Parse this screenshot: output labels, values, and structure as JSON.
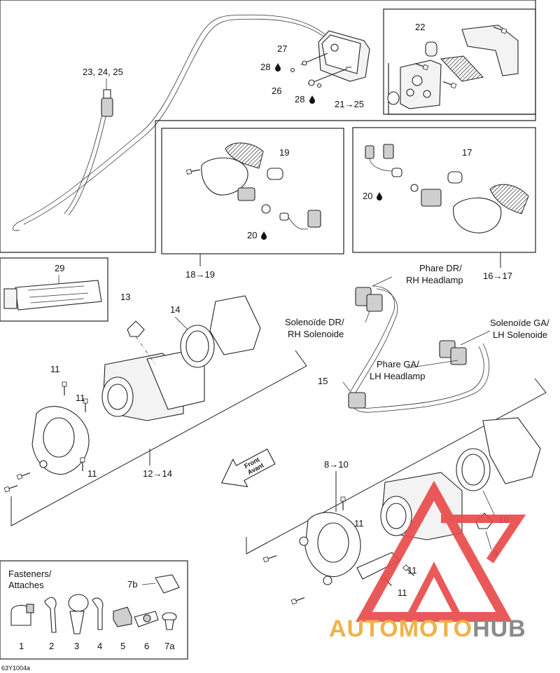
{
  "document_code": "63Y1004a",
  "watermark": {
    "text_a": "AUTOMOTO",
    "text_b": "HUB",
    "color_a": "#f0b14a",
    "color_b": "#8a8a8a",
    "logo_color": "#e84848"
  },
  "callouts": {
    "c22": "22",
    "c27": "27",
    "c28a": "28",
    "c26": "26",
    "c28b": "28",
    "c21_25": "21→25",
    "c23_25": "23, 24, 25",
    "c19": "19",
    "c20a": "20",
    "c18_19": "18→19",
    "c17": "17",
    "c20b": "20",
    "c16_17": "16→17",
    "c29": "29",
    "c13": "13",
    "c14": "14",
    "c11a": "11",
    "c11b": "11",
    "c11c": "11",
    "c12_14": "12→14",
    "c15": "15",
    "c8_10": "8→10",
    "c11d": "11",
    "c11e": "11",
    "c11f": "11",
    "c10": "10",
    "c9": "9",
    "c1": "1",
    "c2": "2",
    "c3": "3",
    "c4": "4",
    "c5": "5",
    "c6": "6",
    "c7a": "7a",
    "c7b": "7b"
  },
  "labels": {
    "rh_headlamp_fr": "Phare DR/",
    "rh_headlamp_en": "RH Headlamp",
    "rh_solenoid_fr": "Solenoïde DR/",
    "rh_solenoid_en": "RH Solenoide",
    "lh_solenoid_fr": "Solenoïde GA/",
    "lh_solenoid_en": "LH Solenoide",
    "lh_headlamp_fr": "Phare GA/",
    "lh_headlamp_en": "LH Headlamp",
    "front_en": "Front",
    "front_fr": "Avant",
    "fasteners_en": "Fasteners/",
    "fasteners_fr": "Attaches"
  },
  "icons": {
    "lubricant": "oil-drop-icon",
    "arrow": "right-arrow-glyph"
  }
}
